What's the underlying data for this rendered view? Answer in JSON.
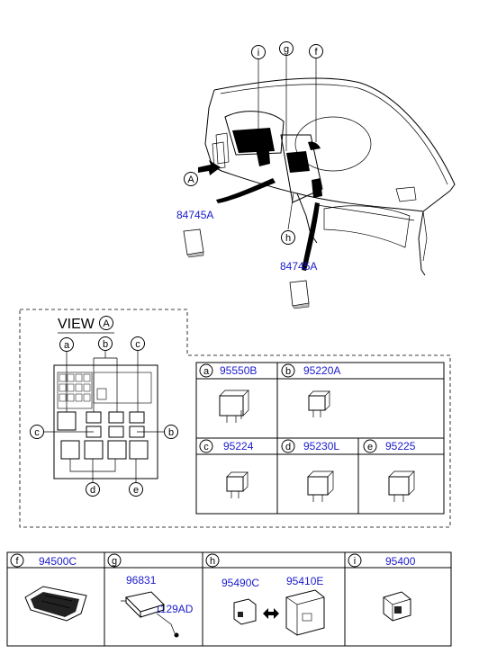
{
  "dashboard": {
    "callouts": [
      "i",
      "g",
      "f",
      "h"
    ],
    "view_arrow_letter": "A",
    "part_left": "84745A",
    "part_right": "84745A"
  },
  "view": {
    "title": "VIEW",
    "title_letter": "A",
    "labels": [
      "a",
      "b",
      "c",
      "c",
      "b",
      "d",
      "e"
    ]
  },
  "relays": [
    {
      "key": "a",
      "part": "95550B"
    },
    {
      "key": "b",
      "part": "95220A"
    },
    {
      "key": "c",
      "part": "95224"
    },
    {
      "key": "d",
      "part": "95230L"
    },
    {
      "key": "e",
      "part": "95225"
    }
  ],
  "table": [
    {
      "key": "f",
      "parts": [
        "94500C"
      ]
    },
    {
      "key": "g",
      "parts": [
        "96831",
        "1129AD"
      ]
    },
    {
      "key": "h",
      "parts": [
        "95490C",
        "95410E"
      ]
    },
    {
      "key": "i",
      "parts": [
        "95400"
      ]
    }
  ]
}
